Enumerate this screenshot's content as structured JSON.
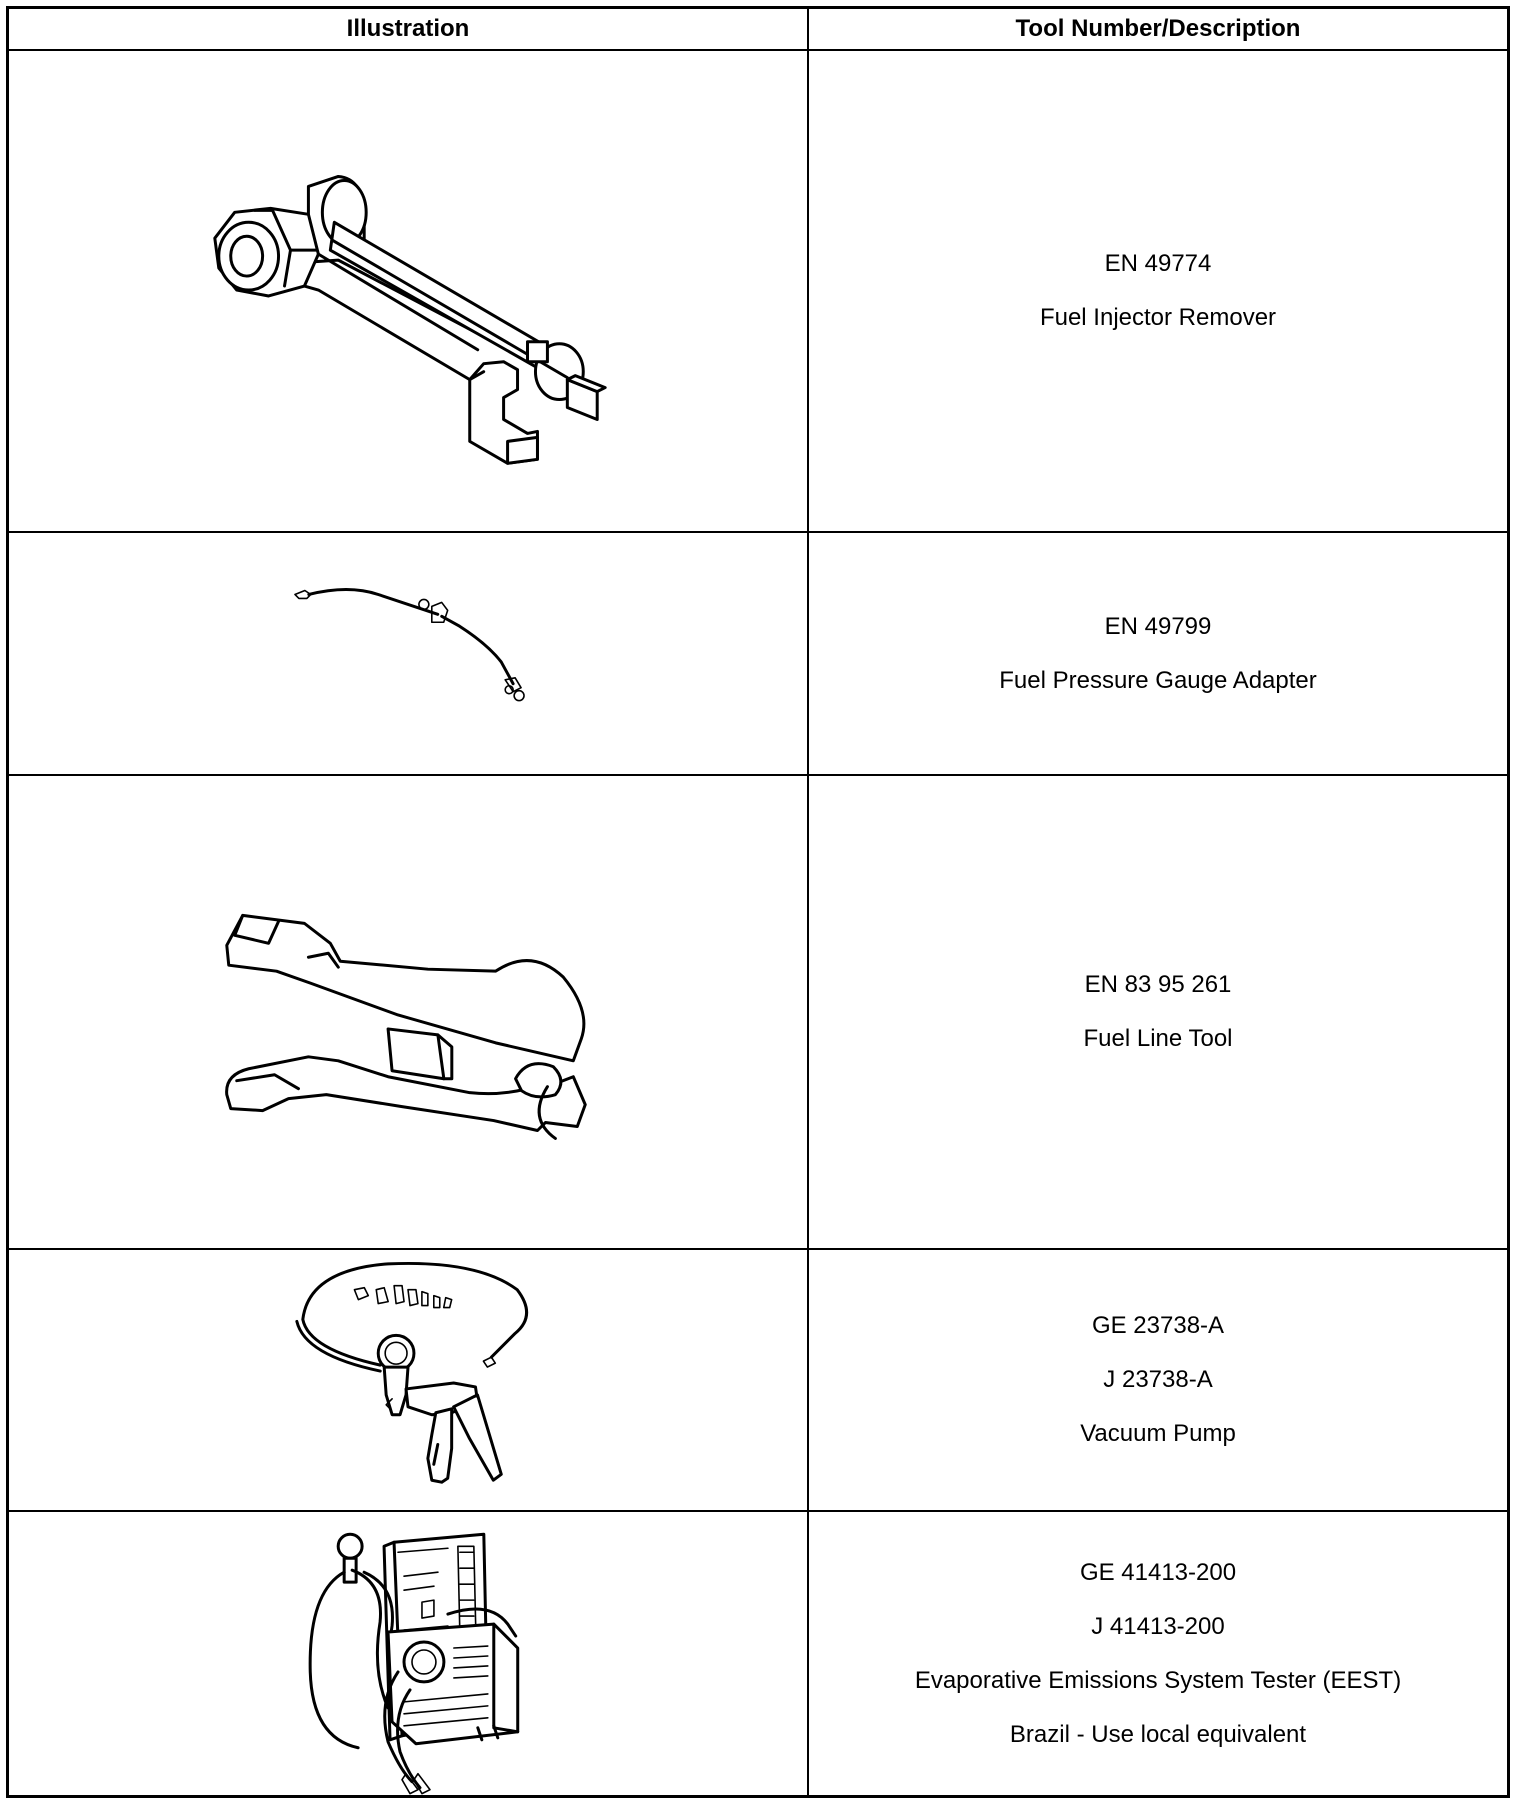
{
  "table": {
    "headers": {
      "illustration": "Illustration",
      "description": "Tool Number/Description"
    },
    "rows": [
      {
        "icon": "fuel-injector-remover-illustration",
        "lines": [
          "EN 49774",
          "Fuel Injector Remover"
        ]
      },
      {
        "icon": "fuel-pressure-gauge-adapter-illustration",
        "lines": [
          "EN 49799",
          "Fuel Pressure Gauge Adapter"
        ]
      },
      {
        "icon": "fuel-line-tool-illustration",
        "lines": [
          "EN 83 95 261",
          "Fuel Line Tool"
        ]
      },
      {
        "icon": "vacuum-pump-illustration",
        "lines": [
          "GE 23738-A",
          "J 23738-A",
          "Vacuum Pump"
        ]
      },
      {
        "icon": "evap-system-tester-illustration",
        "lines": [
          "GE 41413-200",
          "J 41413-200",
          "Evaporative Emissions System Tester (EEST)",
          "Brazil - Use local equivalent"
        ]
      }
    ]
  }
}
